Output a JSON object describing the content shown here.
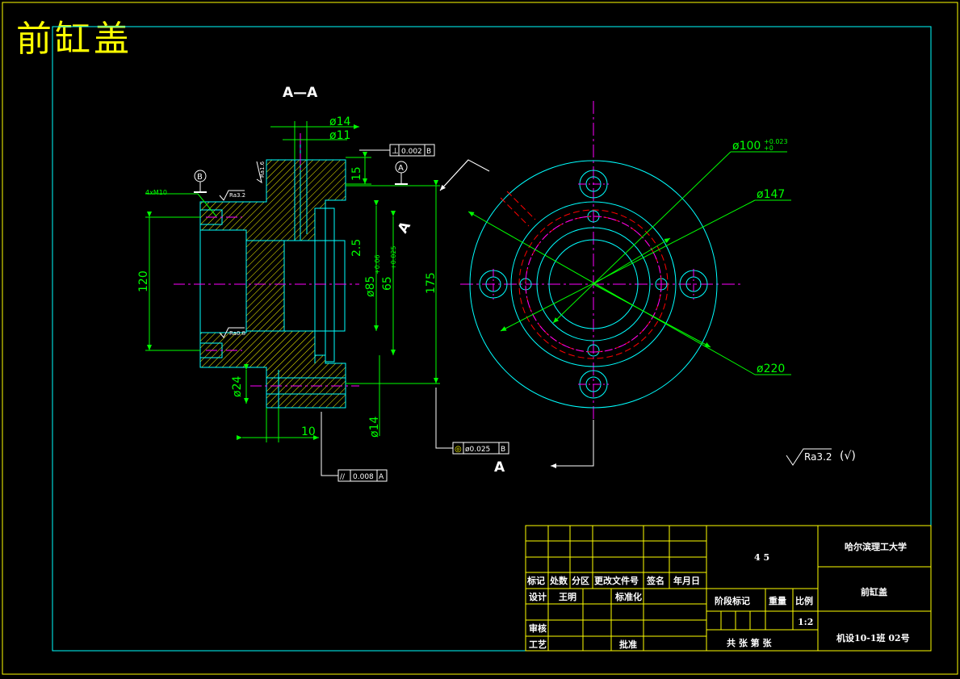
{
  "title": "前缸盖",
  "section_label": "A—A",
  "view_label_side": "A",
  "view_label_bottom": "A",
  "dims": {
    "d14_top": "ø14",
    "d11_top": "ø11",
    "d15": "15",
    "d120": "120",
    "d2_5": "2.5",
    "d85": "ø85",
    "d85_tol": "+0.06",
    "d65": "65",
    "d65_tol": "+0.025",
    "d175": "175",
    "d24": "ø24",
    "d10": "10",
    "d14_bottom": "ø14",
    "d100": "ø100",
    "d100_tol_up": "+0.023",
    "d100_tol_lo": "+0",
    "d147": "ø147",
    "d220": "ø220",
    "thread": "4xM10"
  },
  "tolerances": {
    "perp": "⊥",
    "perp_val": "0.002",
    "perp_ref": "B",
    "conc": "◎",
    "conc_val": "ø0.025",
    "conc_ref": "B",
    "para": "//",
    "para_val": "0.008",
    "para_ref": "A"
  },
  "datums": {
    "b": "B",
    "a": "A"
  },
  "roughness": {
    "r1": "Ra3.2",
    "r2": "Ra0.8",
    "r3": "Ra1.6",
    "general": "Ra3.2",
    "general_suffix": "(√)"
  },
  "title_block": {
    "material": "4 5",
    "university": "哈尔滨理工大学",
    "part_name": "前缸盖",
    "class_info": "机设10-1班  02号",
    "scale": "1:2",
    "headers": [
      "标记",
      "处数",
      "分区",
      "更改文件号",
      "签名",
      "年月日"
    ],
    "design_label": "设计",
    "designer": "王明",
    "std_label": "标准化",
    "stage_label": "阶段标记",
    "weight_label": "重量",
    "scale_label": "比例",
    "review_label": "审核",
    "process_label": "工艺",
    "approve_label": "批准",
    "sheets": "共  张    第  张"
  },
  "colors": {
    "background": "#000000",
    "outline": "#00ffff",
    "dimension": "#00ff00",
    "centerline": "#ff00ff",
    "hidden": "#ff0000",
    "title_block": "#ffff00",
    "hatch": "#ffff00"
  }
}
